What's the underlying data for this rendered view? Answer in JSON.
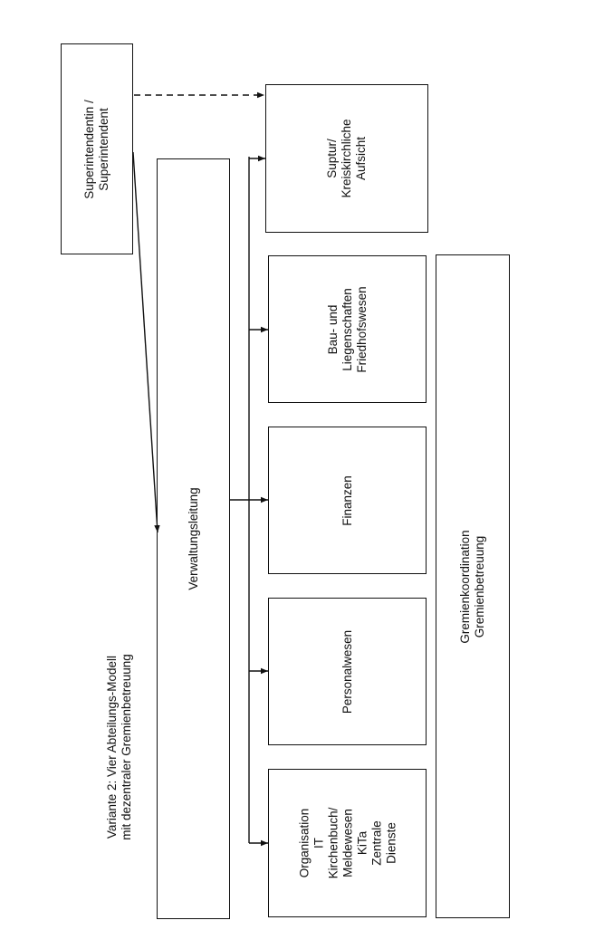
{
  "caption": "Variante 2: Vier Abteilungs-Modell\nmit dezentraler Gremienbetreuung",
  "nodes": {
    "superintendent": "Superintendentin /\nSuperintendent",
    "verwaltungsleitung": "Verwaltungsleitung",
    "suptur": "Suptur/\nKreiskirchliche\nAufsicht",
    "bau": "Bau- und\nLiegenschaften\nFriedhofswesen",
    "finanzen": "Finanzen",
    "personal": "Personalwesen",
    "organisation": "Organisation\nIT\nKirchenbuch/\nMeldewesen\nKiTa\nZentrale\nDienste",
    "gremien": "Gremienkoordination\nGremienbetreuung"
  }
}
